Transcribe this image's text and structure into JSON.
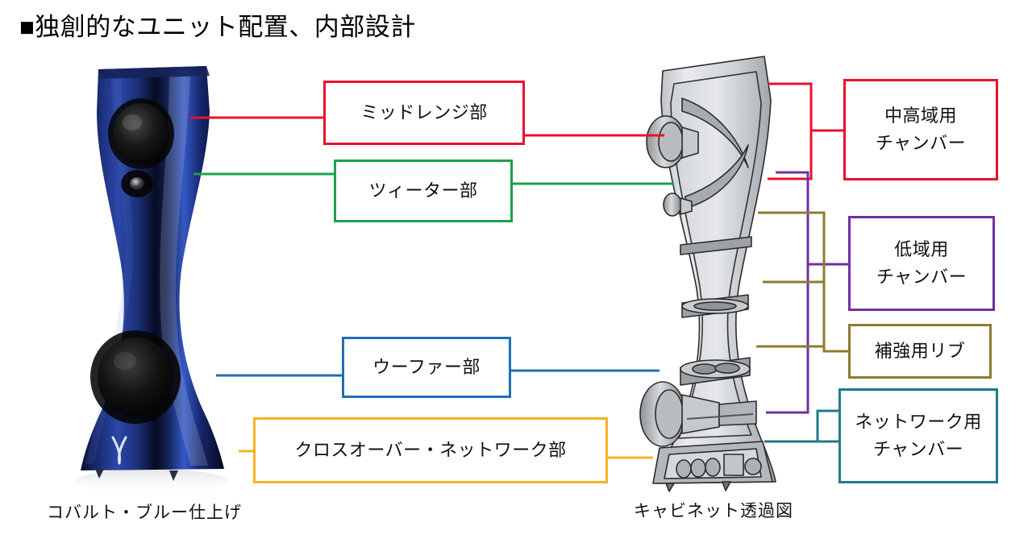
{
  "slide": {
    "title": "■独創的なユニット配置、内部設計",
    "background_color": "#FFFFFF"
  },
  "left_labels": [
    {
      "id": "midrange",
      "text": "ミッドレンジ部",
      "color": "#E8112D",
      "connects_to": "midrange-driver"
    },
    {
      "id": "tweeter",
      "text": "ツィーター部",
      "color": "#1DA14B",
      "connects_to": "tweeter-driver"
    },
    {
      "id": "woofer",
      "text": "ウーファー部",
      "color": "#1F6FB5",
      "connects_to": "woofer-driver"
    },
    {
      "id": "crossover",
      "text": "クロスオーバー・ネットワーク部",
      "color": "#F5B324",
      "connects_to": "crossover-network"
    }
  ],
  "right_labels": [
    {
      "id": "hi-chamber",
      "line1": "中高域用",
      "line2": "チャンバー",
      "color": "#E8112D"
    },
    {
      "id": "low-chamber",
      "line1": "低域用",
      "line2": "チャンバー",
      "color": "#7030A0"
    },
    {
      "id": "rib",
      "line1": "補強用リブ",
      "line2": "",
      "color": "#8F7B30"
    },
    {
      "id": "net-chamber",
      "line1": "ネットワーク用",
      "line2": "チャンバー",
      "color": "#1F7A8C"
    }
  ],
  "captions": {
    "left": "コバルト・ブルー仕上げ",
    "right": "キャビネット透過図"
  },
  "figures": {
    "left_photo": "cobalt-blue-floorstanding-speaker-photo",
    "right_drawing": "cabinet-cutaway-line-drawing"
  }
}
